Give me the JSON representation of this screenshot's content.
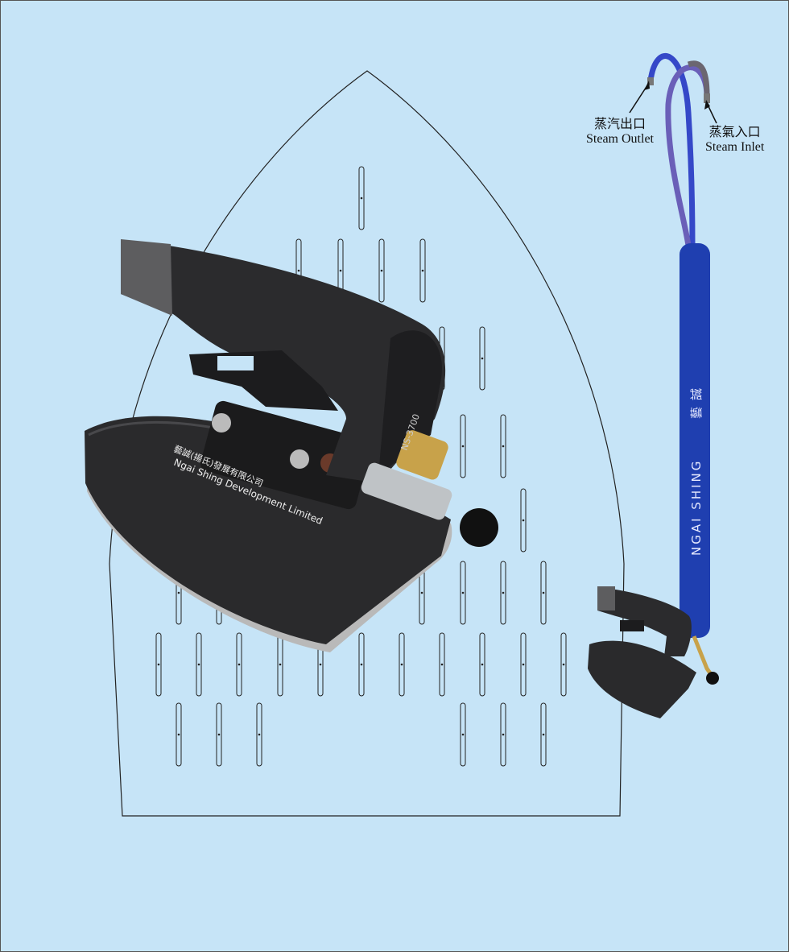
{
  "labels": {
    "outlet_cn": "蒸汽出口",
    "outlet_en": "Steam Outlet",
    "inlet_cn": "蒸氣入口",
    "inlet_en": "Steam Inlet"
  },
  "iron": {
    "brand_cn": "藝誠(揚氏)發展有限公司",
    "brand_en": "Ngai Shing Development Limited",
    "model": "NS-3700"
  },
  "hose": {
    "brand_en": "NGAI SHING",
    "brand_cn": "藝誠"
  },
  "colors": {
    "background": "#c6e4f7",
    "iron_body": "#2a2a2c",
    "hose_blue": "#1f3fb0"
  }
}
